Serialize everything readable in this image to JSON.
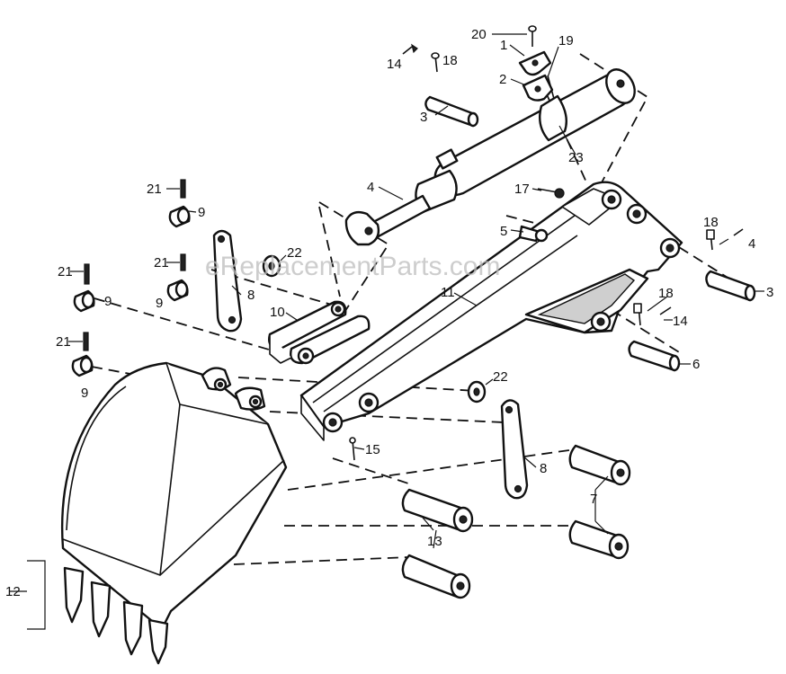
{
  "watermark": "eReplacementParts.com",
  "callouts": {
    "c1": "1",
    "c2": "2",
    "c3a": "3",
    "c3b": "3",
    "c4a": "4",
    "c4b": "4",
    "c5": "5",
    "c6": "6",
    "c7": "7",
    "c8a": "8",
    "c8b": "8",
    "c9a": "9",
    "c9b": "9",
    "c9c": "9",
    "c9d": "9",
    "c10": "10",
    "c11": "11",
    "c12": "12",
    "c13": "13",
    "c14a": "14",
    "c14b": "14",
    "c15": "15",
    "c17": "17",
    "c18a": "18",
    "c18b": "18",
    "c18c": "18",
    "c19": "19",
    "c20": "20",
    "c21a": "21",
    "c21b": "21",
    "c21c": "21",
    "c22a": "22",
    "c22b": "22",
    "c23": "23"
  }
}
